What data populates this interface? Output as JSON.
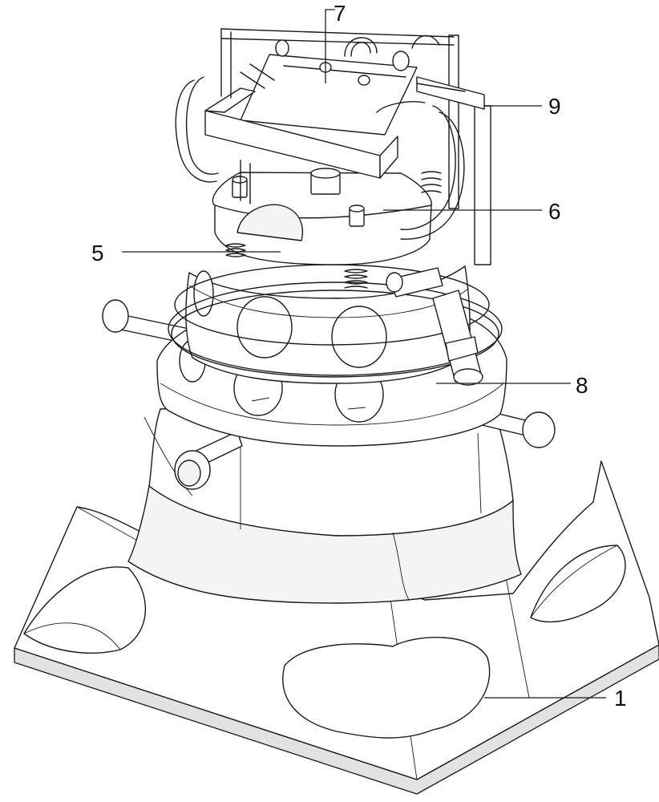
{
  "callouts": {
    "c1": "1",
    "c5": "5",
    "c6": "6",
    "c7": "7",
    "c8": "8",
    "c9": "9"
  }
}
